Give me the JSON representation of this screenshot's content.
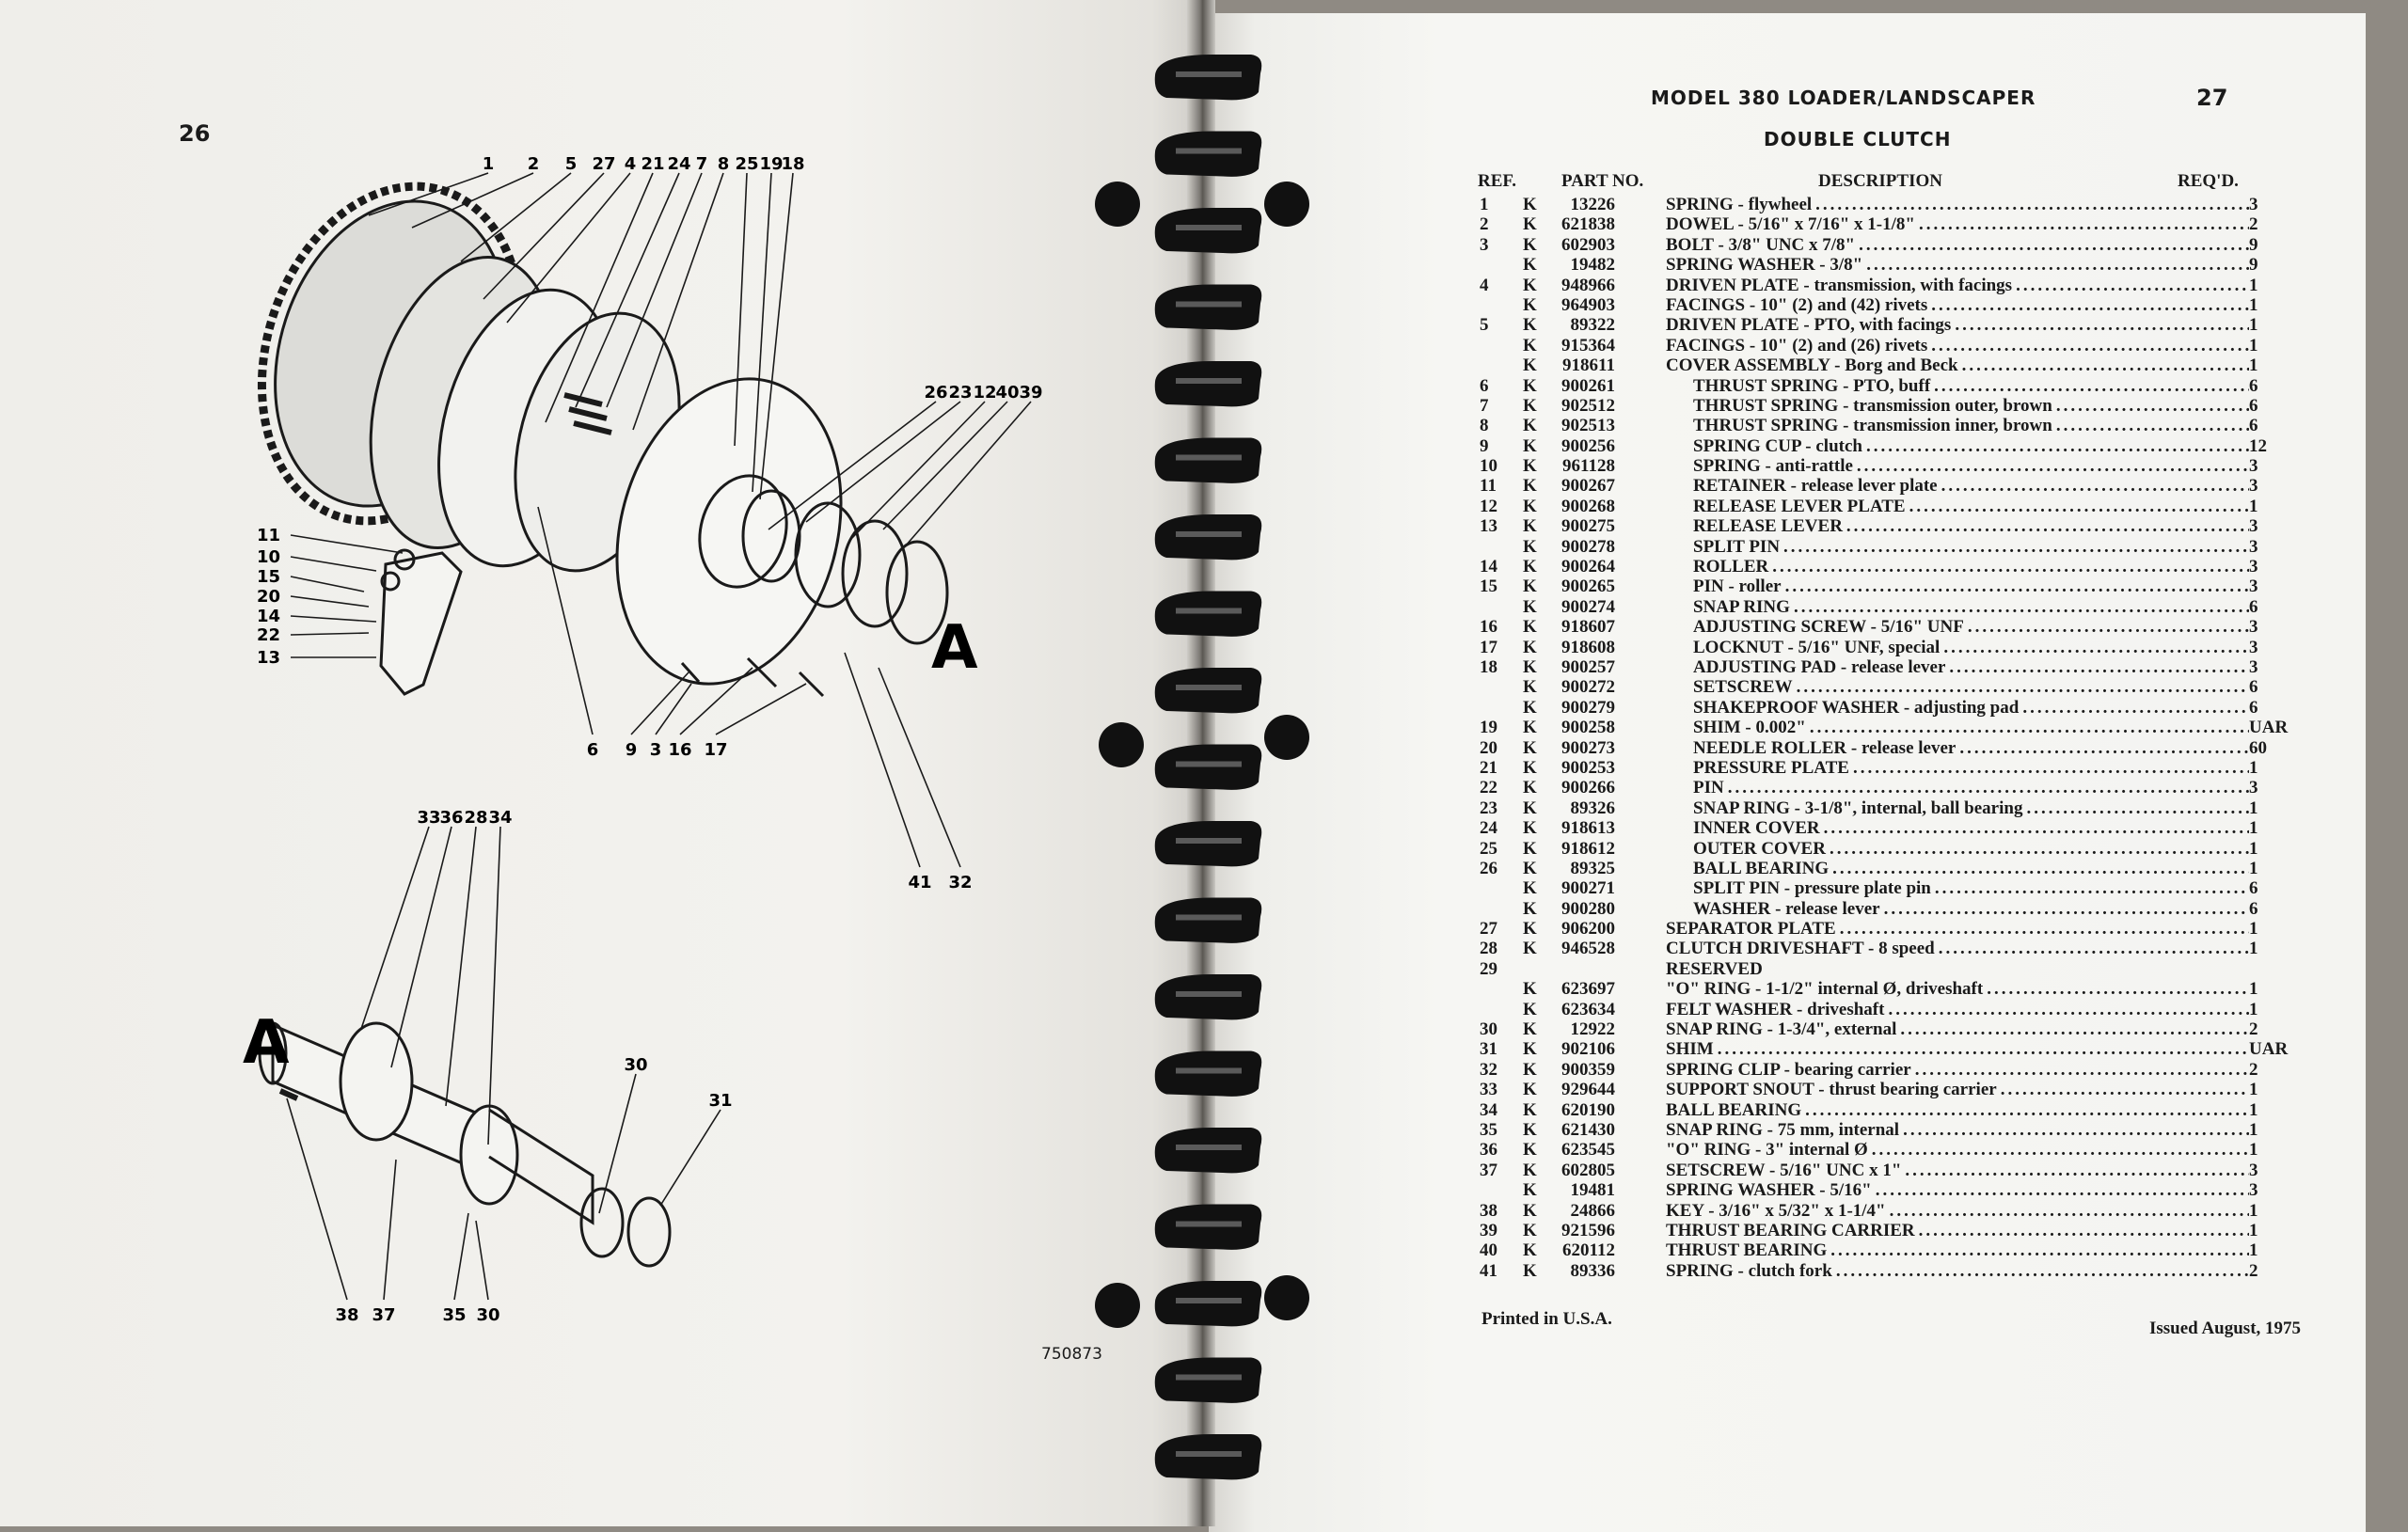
{
  "left_page": {
    "page_number": "26",
    "drawing_number": "750873",
    "diagram": {
      "callouts": [
        "1",
        "2",
        "5",
        "27",
        "4",
        "21",
        "24",
        "7",
        "8",
        "25",
        "19",
        "18",
        "26",
        "23",
        "12",
        "40",
        "39",
        "11",
        "10",
        "15",
        "20",
        "14",
        "22",
        "13",
        "6",
        "9",
        "3",
        "16",
        "17",
        "41",
        "32",
        "33",
        "36",
        "28",
        "34",
        "30",
        "31",
        "38",
        "37",
        "35",
        "30"
      ],
      "view_markers": [
        "A",
        "A"
      ]
    }
  },
  "right_page": {
    "page_number": "27",
    "title": "MODEL 380 LOADER/LANDSCAPER",
    "subtitle": "DOUBLE CLUTCH",
    "headers": {
      "ref": "REF.",
      "part": "PART NO.",
      "desc": "DESCRIPTION",
      "qty": "REQ'D."
    },
    "rows": [
      {
        "ref": "1",
        "k": "K",
        "part": "13226",
        "desc": "SPRING - flywheel",
        "qty": "3"
      },
      {
        "ref": "2",
        "k": "K",
        "part": "621838",
        "desc": "DOWEL - 5/16\" x 7/16\" x 1-1/8\"",
        "qty": "2"
      },
      {
        "ref": "3",
        "k": "K",
        "part": "602903",
        "desc": "BOLT - 3/8\" UNC x 7/8\"",
        "qty": "9"
      },
      {
        "ref": "",
        "k": "K",
        "part": "19482",
        "desc": "SPRING WASHER - 3/8\"",
        "qty": "9"
      },
      {
        "ref": "4",
        "k": "K",
        "part": "948966",
        "desc": "DRIVEN PLATE - transmission, with facings",
        "qty": "1"
      },
      {
        "ref": "",
        "k": "K",
        "part": "964903",
        "desc": "FACINGS - 10\" (2) and (42) rivets",
        "qty": "1"
      },
      {
        "ref": "5",
        "k": "K",
        "part": "89322",
        "desc": "DRIVEN PLATE - PTO, with facings",
        "qty": "1"
      },
      {
        "ref": "",
        "k": "K",
        "part": "915364",
        "desc": "FACINGS - 10\" (2) and (26) rivets",
        "qty": "1"
      },
      {
        "ref": "",
        "k": "K",
        "part": "918611",
        "desc": "COVER ASSEMBLY - Borg and Beck",
        "qty": "1"
      },
      {
        "ref": "6",
        "k": "K",
        "part": "900261",
        "desc": "THRUST SPRING - PTO, buff",
        "qty": "6",
        "sub": true
      },
      {
        "ref": "7",
        "k": "K",
        "part": "902512",
        "desc": "THRUST SPRING - transmission outer, brown",
        "qty": "6",
        "sub": true
      },
      {
        "ref": "8",
        "k": "K",
        "part": "902513",
        "desc": "THRUST SPRING - transmission inner, brown",
        "qty": "6",
        "sub": true
      },
      {
        "ref": "9",
        "k": "K",
        "part": "900256",
        "desc": "SPRING CUP - clutch",
        "qty": "12",
        "sub": true
      },
      {
        "ref": "10",
        "k": "K",
        "part": "961128",
        "desc": "SPRING - anti-rattle",
        "qty": "3",
        "sub": true
      },
      {
        "ref": "11",
        "k": "K",
        "part": "900267",
        "desc": "RETAINER - release lever plate",
        "qty": "3",
        "sub": true
      },
      {
        "ref": "12",
        "k": "K",
        "part": "900268",
        "desc": "RELEASE LEVER PLATE",
        "qty": "1",
        "sub": true
      },
      {
        "ref": "13",
        "k": "K",
        "part": "900275",
        "desc": "RELEASE LEVER",
        "qty": "3",
        "sub": true
      },
      {
        "ref": "",
        "k": "K",
        "part": "900278",
        "desc": "SPLIT PIN",
        "qty": "3",
        "sub": true
      },
      {
        "ref": "14",
        "k": "K",
        "part": "900264",
        "desc": "ROLLER",
        "qty": "3",
        "sub": true
      },
      {
        "ref": "15",
        "k": "K",
        "part": "900265",
        "desc": "PIN - roller",
        "qty": "3",
        "sub": true
      },
      {
        "ref": "",
        "k": "K",
        "part": "900274",
        "desc": "SNAP RING",
        "qty": "6",
        "sub": true
      },
      {
        "ref": "16",
        "k": "K",
        "part": "918607",
        "desc": "ADJUSTING SCREW - 5/16\" UNF",
        "qty": "3",
        "sub": true
      },
      {
        "ref": "17",
        "k": "K",
        "part": "918608",
        "desc": "LOCKNUT - 5/16\" UNF, special",
        "qty": "3",
        "sub": true
      },
      {
        "ref": "18",
        "k": "K",
        "part": "900257",
        "desc": "ADJUSTING PAD - release lever",
        "qty": "3",
        "sub": true
      },
      {
        "ref": "",
        "k": "K",
        "part": "900272",
        "desc": "SETSCREW",
        "qty": "6",
        "sub": true
      },
      {
        "ref": "",
        "k": "K",
        "part": "900279",
        "desc": "SHAKEPROOF WASHER - adjusting pad",
        "qty": "6",
        "sub": true
      },
      {
        "ref": "19",
        "k": "K",
        "part": "900258",
        "desc": "SHIM - 0.002\"",
        "qty": "UAR",
        "sub": true
      },
      {
        "ref": "20",
        "k": "K",
        "part": "900273",
        "desc": "NEEDLE ROLLER - release lever",
        "qty": "60",
        "sub": true
      },
      {
        "ref": "21",
        "k": "K",
        "part": "900253",
        "desc": "PRESSURE PLATE",
        "qty": "1",
        "sub": true
      },
      {
        "ref": "22",
        "k": "K",
        "part": "900266",
        "desc": "PIN",
        "qty": "3",
        "sub": true
      },
      {
        "ref": "23",
        "k": "K",
        "part": "89326",
        "desc": "SNAP RING - 3-1/8\", internal, ball bearing",
        "qty": "1",
        "sub": true
      },
      {
        "ref": "24",
        "k": "K",
        "part": "918613",
        "desc": "INNER COVER",
        "qty": "1",
        "sub": true
      },
      {
        "ref": "25",
        "k": "K",
        "part": "918612",
        "desc": "OUTER COVER",
        "qty": "1",
        "sub": true
      },
      {
        "ref": "26",
        "k": "K",
        "part": "89325",
        "desc": "BALL BEARING",
        "qty": "1",
        "sub": true
      },
      {
        "ref": "",
        "k": "K",
        "part": "900271",
        "desc": "SPLIT PIN - pressure plate pin",
        "qty": "6",
        "sub": true
      },
      {
        "ref": "",
        "k": "K",
        "part": "900280",
        "desc": "WASHER - release lever",
        "qty": "6",
        "sub": true
      },
      {
        "ref": "27",
        "k": "K",
        "part": "906200",
        "desc": "SEPARATOR PLATE",
        "qty": "1"
      },
      {
        "ref": "28",
        "k": "K",
        "part": "946528",
        "desc": "CLUTCH DRIVESHAFT - 8 speed",
        "qty": "1"
      },
      {
        "ref": "29",
        "k": "",
        "part": "",
        "desc": "RESERVED",
        "qty": ""
      },
      {
        "ref": "",
        "k": "K",
        "part": "623697",
        "desc": "\"O\" RING - 1-1/2\" internal Ø, driveshaft",
        "qty": "1"
      },
      {
        "ref": "",
        "k": "K",
        "part": "623634",
        "desc": "FELT WASHER - driveshaft",
        "qty": "1"
      },
      {
        "ref": "30",
        "k": "K",
        "part": "12922",
        "desc": "SNAP RING - 1-3/4\", external",
        "qty": "2"
      },
      {
        "ref": "31",
        "k": "K",
        "part": "902106",
        "desc": "SHIM",
        "qty": "UAR"
      },
      {
        "ref": "32",
        "k": "K",
        "part": "900359",
        "desc": "SPRING CLIP - bearing carrier",
        "qty": "2"
      },
      {
        "ref": "33",
        "k": "K",
        "part": "929644",
        "desc": "SUPPORT SNOUT - thrust bearing carrier",
        "qty": "1"
      },
      {
        "ref": "34",
        "k": "K",
        "part": "620190",
        "desc": "BALL BEARING",
        "qty": "1"
      },
      {
        "ref": "35",
        "k": "K",
        "part": "621430",
        "desc": "SNAP RING - 75 mm, internal",
        "qty": "1"
      },
      {
        "ref": "36",
        "k": "K",
        "part": "623545",
        "desc": "\"O\" RING - 3\" internal Ø",
        "qty": "1"
      },
      {
        "ref": "37",
        "k": "K",
        "part": "602805",
        "desc": "SETSCREW - 5/16\" UNC x 1\"",
        "qty": "3"
      },
      {
        "ref": "",
        "k": "K",
        "part": "19481",
        "desc": "SPRING WASHER - 5/16\"",
        "qty": "3"
      },
      {
        "ref": "38",
        "k": "K",
        "part": "24866",
        "desc": "KEY - 3/16\" x 5/32\" x 1-1/4\"",
        "qty": "1"
      },
      {
        "ref": "39",
        "k": "K",
        "part": "921596",
        "desc": "THRUST BEARING CARRIER",
        "qty": "1"
      },
      {
        "ref": "40",
        "k": "K",
        "part": "620112",
        "desc": "THRUST BEARING",
        "qty": "1"
      },
      {
        "ref": "41",
        "k": "K",
        "part": "89336",
        "desc": "SPRING - clutch fork",
        "qty": "2"
      }
    ],
    "footer": {
      "printed": "Printed in U.S.A.",
      "issued": "Issued August, 1975"
    }
  },
  "colors": {
    "paper": "#f4f4f1",
    "ink": "#1a1a1a",
    "binding": "#111111",
    "background": "#8f8a83"
  }
}
